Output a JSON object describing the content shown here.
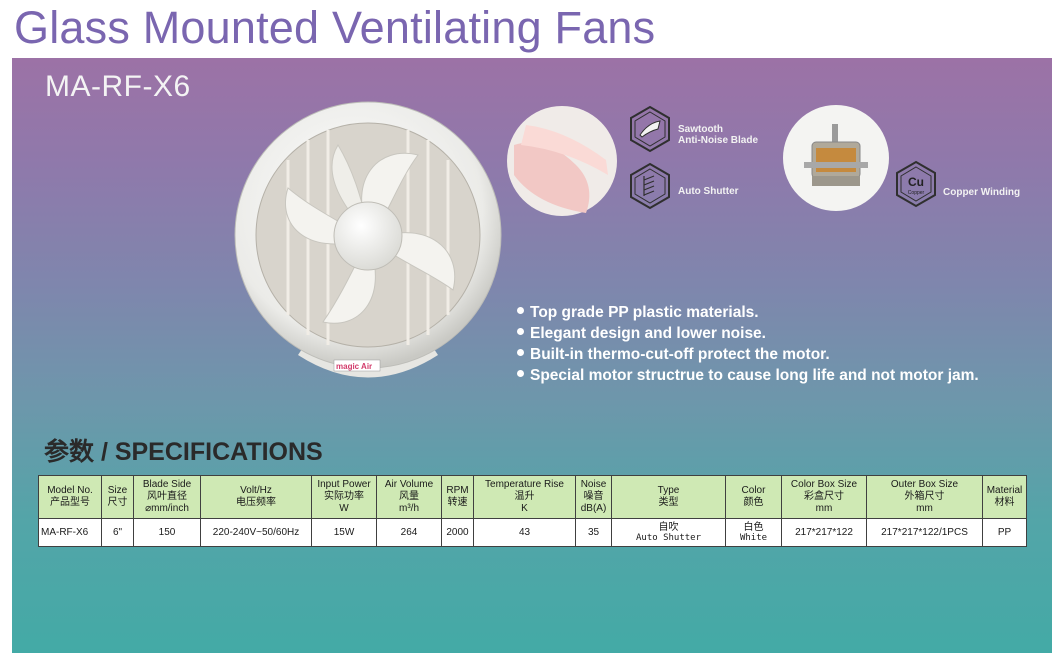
{
  "page": {
    "title": "Glass Mounted Ventilating Fans",
    "model": "MA-RF-X6"
  },
  "product": {
    "brand": "magic Air"
  },
  "features": [
    {
      "label_line1": "Sawtooth",
      "label_line2": "Anti-Noise Blade",
      "icon": "sawtooth-blade-icon"
    },
    {
      "label_line1": "Auto Shutter",
      "label_line2": "",
      "icon": "auto-shutter-icon"
    },
    {
      "label_line1": "Copper Winding",
      "label_line2": "",
      "icon": "copper-icon",
      "icon_text": "Cu",
      "icon_subtext": "Copper"
    }
  ],
  "bullets": [
    "Top grade PP plastic materials.",
    "Elegant design and lower noise.",
    "Built-in thermo-cut-off protect the motor.",
    "Special motor structrue to cause long life and not motor jam."
  ],
  "specs": {
    "title": "参数 / SPECIFICATIONS",
    "headers": [
      {
        "l1": "Model No.",
        "l2": "产品型号",
        "l3": ""
      },
      {
        "l1": "Size",
        "l2": "尺寸",
        "l3": ""
      },
      {
        "l1": "Blade Side",
        "l2": "风叶直径",
        "l3": "⌀mm/inch"
      },
      {
        "l1": "Volt/Hz",
        "l2": "电压频率",
        "l3": ""
      },
      {
        "l1": "Input Power",
        "l2": "实际功率",
        "l3": "W"
      },
      {
        "l1": "Air Volume",
        "l2": "风量",
        "l3": "m³/h"
      },
      {
        "l1": "RPM",
        "l2": "转速",
        "l3": ""
      },
      {
        "l1": "Temperature Rise",
        "l2": "温升",
        "l3": "K"
      },
      {
        "l1": "Noise",
        "l2": "噪音",
        "l3": "dB(A)"
      },
      {
        "l1": "Type",
        "l2": "类型",
        "l3": ""
      },
      {
        "l1": "Color",
        "l2": "颜色",
        "l3": ""
      },
      {
        "l1": "Color Box Size",
        "l2": "彩盒尺寸",
        "l3": "mm"
      },
      {
        "l1": "Outer Box Size",
        "l2": "外箱尺寸",
        "l3": "mm"
      },
      {
        "l1": "Material",
        "l2": "材料",
        "l3": ""
      }
    ],
    "row": {
      "model": "MA-RF-X6",
      "size": "6\"",
      "blade": "150",
      "volt": "220-240V~50/60Hz",
      "power": "15W",
      "air": "264",
      "rpm": "2000",
      "temp": "43",
      "noise": "35",
      "type_cn": "自吹",
      "type_en": "Auto Shutter",
      "color_cn": "白色",
      "color_en": "White",
      "color_box": "217*217*122",
      "outer_box": "217*217*122/1PCS",
      "material": "PP"
    }
  },
  "colors": {
    "title": "#7a66b0",
    "header_fill": "#cfe9b4"
  }
}
